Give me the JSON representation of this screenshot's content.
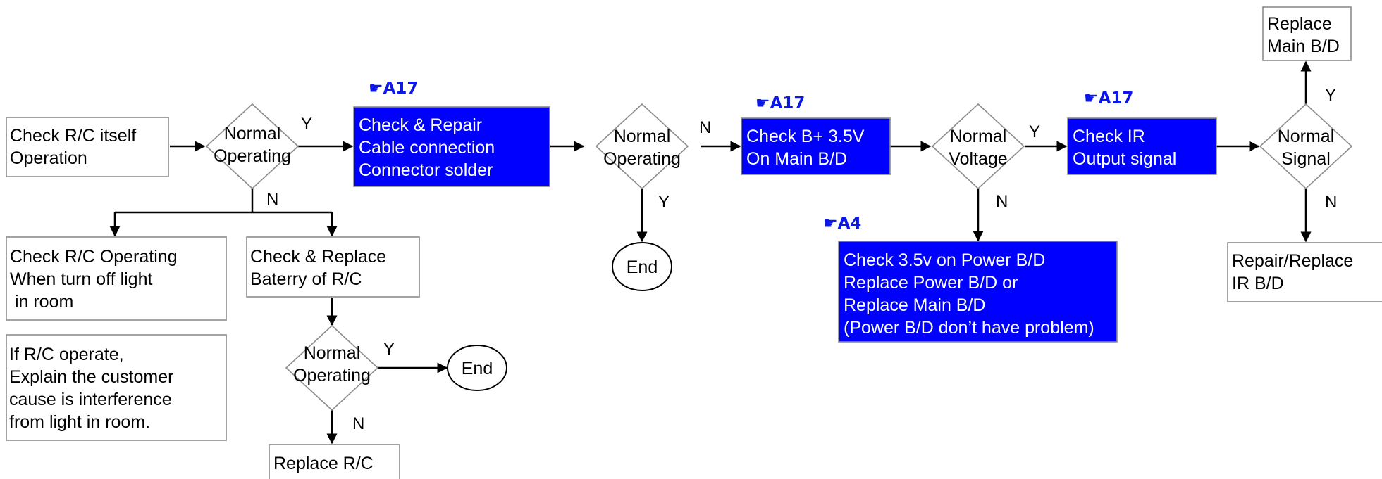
{
  "colors": {
    "action_fill": "#0000ff",
    "reference": "#0b18e8",
    "outline": "#8c8c8c"
  },
  "refs": {
    "r1": "☛A17",
    "r2": "☛A17",
    "r3": "☛A17",
    "r4": "☛A4"
  },
  "boxes": {
    "check_rc": [
      "Check R/C itself",
      "Operation"
    ],
    "check_operating": [
      "Check R/C Operating",
      "When turn off light",
      " in room"
    ],
    "explain": [
      "If R/C operate,",
      "Explain the customer",
      "cause is interference",
      "from light in room."
    ],
    "battery": [
      "Check & Replace",
      "Baterry of R/C"
    ],
    "replace_rc": [
      "Replace R/C"
    ],
    "repair_cable": [
      "Check & Repair",
      "Cable connection",
      "Connector solder"
    ],
    "check_bplus": [
      "Check B+ 3.5V",
      "On Main B/D"
    ],
    "check_power": [
      "Check 3.5v on Power B/D",
      "Replace Power B/D or",
      "Replace Main B/D",
      "(Power B/D don’t have problem)"
    ],
    "check_ir": [
      "Check IR",
      "Output signal"
    ],
    "replace_main": [
      "Replace",
      "Main B/D"
    ],
    "repair_ir": [
      "Repair/Replace",
      "IR B/D"
    ]
  },
  "decisions": {
    "d1": [
      "Normal",
      "Operating"
    ],
    "d2": [
      "Normal",
      "Operating"
    ],
    "d3": [
      "Normal",
      "Operating"
    ],
    "d4": [
      "Normal",
      "Voltage"
    ],
    "d5": [
      "Normal",
      "Signal"
    ]
  },
  "ends": {
    "e1": "End",
    "e2": "End"
  },
  "labels": {
    "d1_yes": "Y",
    "d1_no": "N",
    "d2_yes": "Y",
    "d2_no": "N",
    "d3_no": "N",
    "d3_yes": "Y",
    "d4_yes": "Y",
    "d4_no": "N",
    "d5_yes": "Y",
    "d5_no": "N"
  }
}
